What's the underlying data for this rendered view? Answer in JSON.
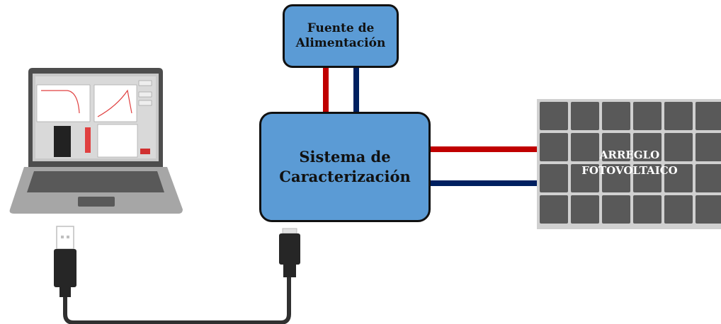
{
  "blocks": {
    "power_supply": "Fuente de\nAlimentación",
    "characterization_system": "Sistema de\nCaracterización",
    "pv_array": "ARREGLO\nFOTOVOLTAICO"
  },
  "colors": {
    "block_fill": "#5b9bd5",
    "positive_wire": "#c00000",
    "negative_wire": "#002060",
    "panel_cell": "#595959",
    "usb_cable": "#303030"
  },
  "icons": [
    "laptop-icon",
    "usb-a-connector-icon",
    "usb-b-connector-icon",
    "solar-panel-icon"
  ]
}
